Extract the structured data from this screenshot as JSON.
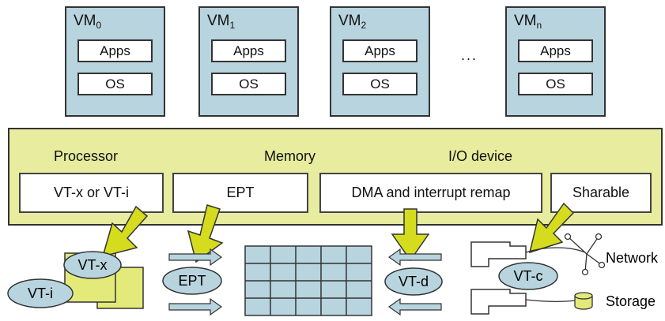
{
  "vms": [
    {
      "name": "VM",
      "sub": "0",
      "apps": "Apps",
      "os": "OS"
    },
    {
      "name": "VM",
      "sub": "1",
      "apps": "Apps",
      "os": "OS"
    },
    {
      "name": "VM",
      "sub": "2",
      "apps": "Apps",
      "os": "OS"
    },
    {
      "name": "VM",
      "sub": "n",
      "apps": "Apps",
      "os": "OS"
    }
  ],
  "ellipsis": "...",
  "categories": {
    "processor": "Processor",
    "memory": "Memory",
    "io": "I/O device"
  },
  "technologies": {
    "vtx_vti": "VT-x or VT-i",
    "ept": "EPT",
    "dma": "DMA and interrupt remap",
    "sharable": "Sharable"
  },
  "components": {
    "vtx": "VT-x",
    "vti": "VT-i",
    "ept": "EPT",
    "vtd": "VT-d",
    "vtc": "VT-c",
    "network": "Network",
    "storage": "Storage"
  },
  "colors": {
    "vm_fill": "#b8d4de",
    "band_fill": "#e7ec9e",
    "arrow_fill": "#d5dc1e",
    "ellipse_fill": "#b8d4de",
    "chip_fill": "#e4ea7a",
    "memory_grid_fill": "#b8d4de"
  }
}
